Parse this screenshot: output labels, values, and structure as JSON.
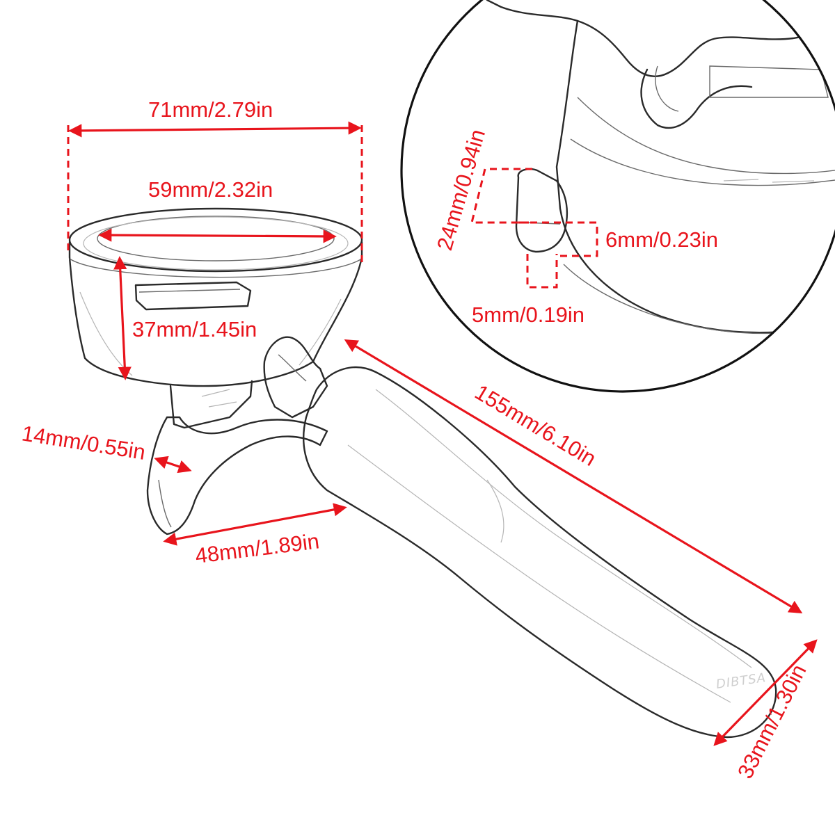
{
  "brand": {
    "color_accent": "#e8141c",
    "watermark": "DIBTSA"
  },
  "dimensions": {
    "outer_diameter": "71mm/2.79in",
    "inner_diameter": "59mm/2.32in",
    "basket_depth": "37mm/1.45in",
    "spout_width": "14mm/0.55in",
    "spout_span": "48mm/1.89in",
    "total_length": "155mm/6.10in",
    "handle_width": "33mm/1.30in",
    "ear_height": "24mm/0.94in",
    "ear_thickness": "6mm/0.23in",
    "ear_width": "5mm/0.19in"
  }
}
